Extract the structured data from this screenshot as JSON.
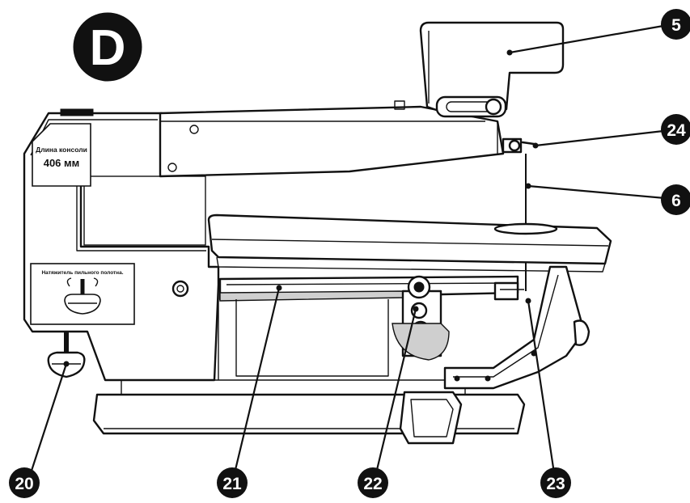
{
  "figure_letter": "D",
  "arm_label": {
    "line1": "Длина консоли",
    "line2": "406 мм"
  },
  "tension_label": "Натяжитель пильного полотна.",
  "callouts": [
    {
      "id": "c5",
      "number": "5"
    },
    {
      "id": "c24",
      "number": "24"
    },
    {
      "id": "c6",
      "number": "6"
    },
    {
      "id": "c20",
      "number": "20"
    },
    {
      "id": "c21",
      "number": "21"
    },
    {
      "id": "c22",
      "number": "22"
    },
    {
      "id": "c23",
      "number": "23"
    }
  ]
}
